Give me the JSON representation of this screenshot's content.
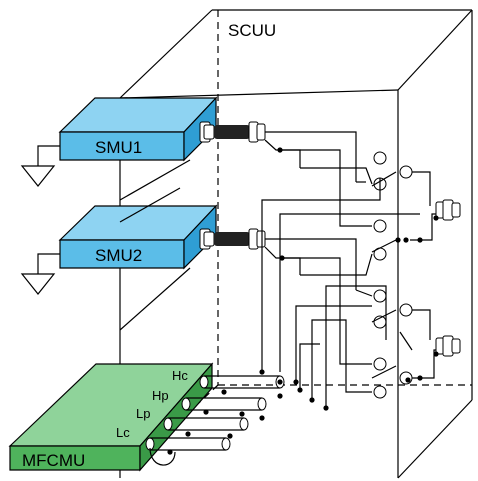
{
  "labels": {
    "scuu": "SCUU",
    "smu1": "SMU1",
    "smu2": "SMU2",
    "mfcmu": "MFCMU",
    "hc": "Hc",
    "hp": "Hp",
    "lp": "Lp",
    "lc": "Lc"
  },
  "colors": {
    "smu_front": "#5bbde8",
    "smu_top": "#8ed3f2",
    "smu_side": "#2f9ed4",
    "mfcmu_top": "#8fd39a",
    "mfcmu_front": "#4fb35c",
    "mfcmu_side": "#3a9a47",
    "cable": "#222222"
  }
}
